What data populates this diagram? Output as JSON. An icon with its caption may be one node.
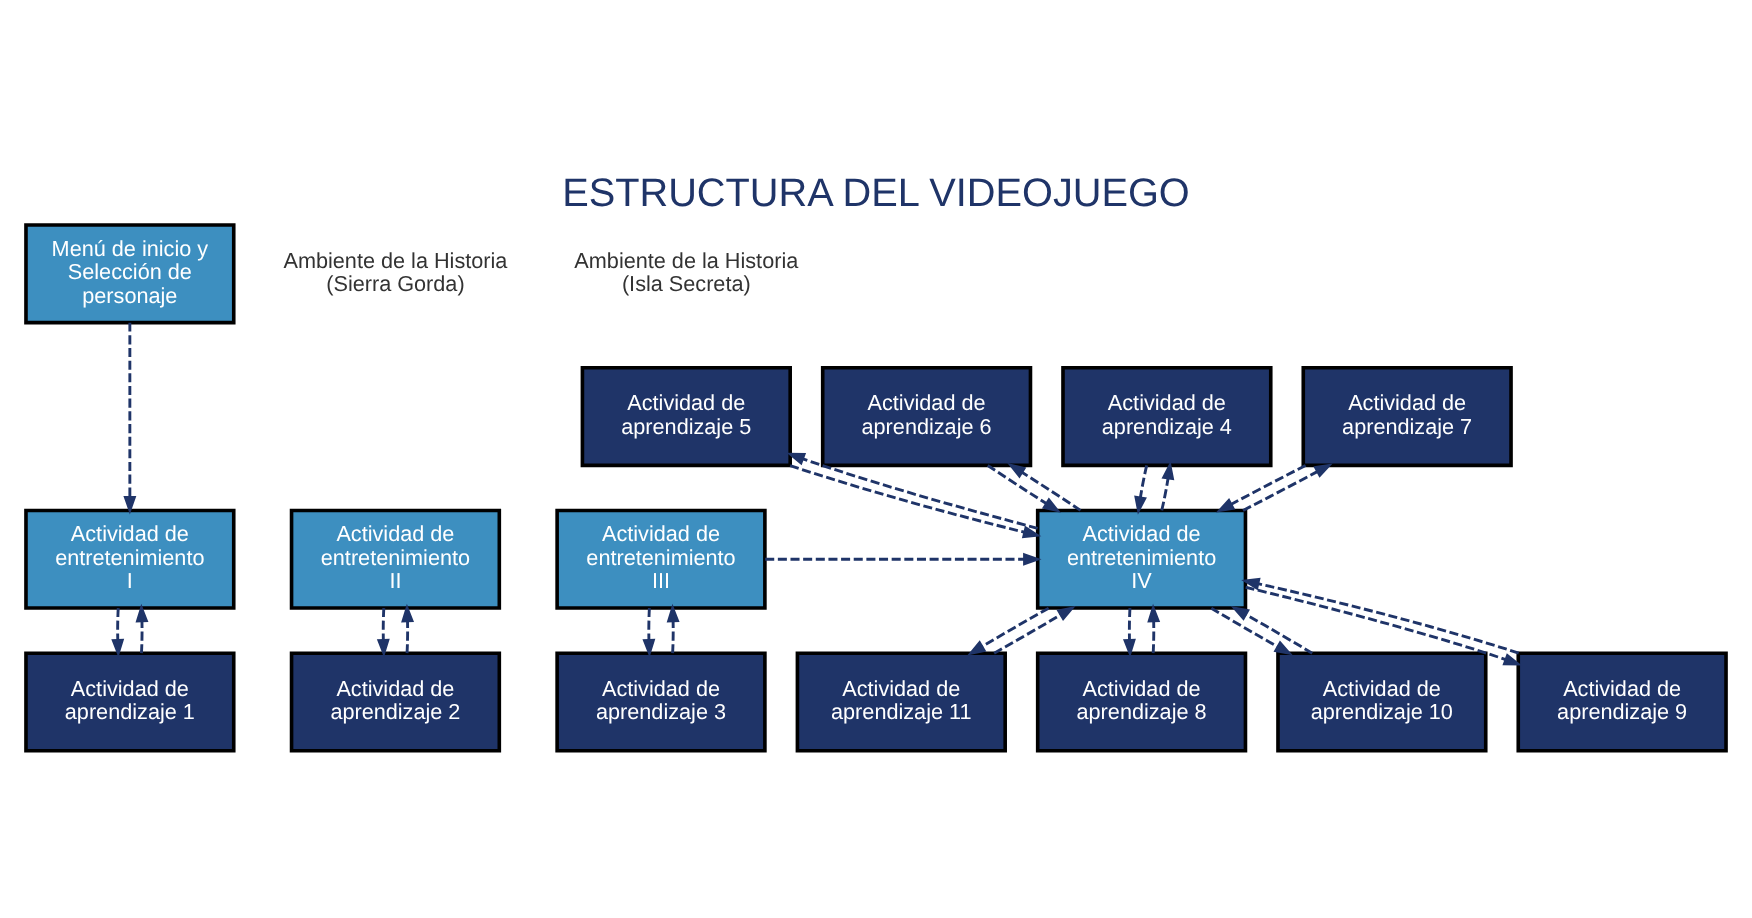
{
  "diagram": {
    "title": "ESTRUCTURA DEL VIDEOJUEGO",
    "nodes": [
      {
        "text": [
          "Menú de inicio y Selección de personaje"
        ]
      },
      {
        "text": [
          "Actividad de entretenimiento I"
        ]
      },
      {
        "text": [
          "Actividad de entretenimiento II"
        ]
      },
      {
        "text": [
          "Actividad de entretenimiento III"
        ]
      },
      {
        "text": [
          "Actividad de aprendizaje 1"
        ]
      },
      {
        "text": [
          "Actividad de aprendizaje 2"
        ]
      },
      {
        "text": [
          "Actividad de aprendizaje 3"
        ]
      },
      {
        "text": [
          "Actividad de aprendizaje 5"
        ]
      },
      {
        "text": [
          "Actividad de aprendizaje 6"
        ]
      },
      {
        "text": [
          "Actividad de aprendizaje 4"
        ]
      },
      {
        "text": [
          "Actividad de aprendizaje 7"
        ]
      },
      {
        "text": [
          "Actividad de entretenimiento IV"
        ]
      },
      {
        "text": [
          "Actividad de aprendizaje 11"
        ]
      },
      {
        "text": [
          "Actividad de aprendizaje 8"
        ]
      },
      {
        "text": [
          "Actividad de aprendizaje 10"
        ]
      },
      {
        "text": [
          "Actividad de aprendizaje 9"
        ]
      }
    ],
    "edges": [
      {
        "from": 0,
        "to": 1,
        "arrow": "to",
        "style": "dashed"
      },
      {
        "from": 1,
        "to": 4,
        "arrow": "to",
        "style": "dashed"
      },
      {
        "from": 4,
        "to": 1,
        "arrow": "to",
        "style": "dashed"
      },
      {
        "from": 2,
        "to": 5,
        "arrow": "to",
        "style": "dashed"
      },
      {
        "from": 5,
        "to": 2,
        "arrow": "to",
        "style": "dashed"
      },
      {
        "from": 3,
        "to": 6,
        "arrow": "to",
        "style": "dashed"
      },
      {
        "from": 6,
        "to": 3,
        "arrow": "to",
        "style": "dashed"
      },
      {
        "from": 3,
        "to": 11,
        "arrow": "to",
        "style": "dashed"
      },
      {
        "from": 11,
        "to": 7,
        "arrow": "to",
        "style": "dashed"
      },
      {
        "from": 7,
        "to": 11,
        "arrow": "to",
        "style": "dashed"
      },
      {
        "from": 11,
        "to": 8,
        "arrow": "to",
        "style": "dashed"
      },
      {
        "from": 8,
        "to": 11,
        "arrow": "to",
        "style": "dashed"
      },
      {
        "from": 11,
        "to": 9,
        "arrow": "to",
        "style": "dashed"
      },
      {
        "from": 9,
        "to": 11,
        "arrow": "to",
        "style": "dashed"
      },
      {
        "from": 11,
        "to": 10,
        "arrow": "to",
        "style": "dashed"
      },
      {
        "from": 10,
        "to": 11,
        "arrow": "to",
        "style": "dashed"
      },
      {
        "from": 11,
        "to": 12,
        "arrow": "to",
        "style": "dashed"
      },
      {
        "from": 12,
        "to": 11,
        "arrow": "to",
        "style": "dashed"
      },
      {
        "from": 11,
        "to": 13,
        "arrow": "to",
        "style": "dashed"
      },
      {
        "from": 13,
        "to": 11,
        "arrow": "to",
        "style": "dashed"
      },
      {
        "from": 11,
        "to": 14,
        "arrow": "to",
        "style": "dashed"
      },
      {
        "from": 14,
        "to": 11,
        "arrow": "to",
        "style": "dashed"
      },
      {
        "from": 11,
        "to": 15,
        "arrow": "to",
        "style": "dashed"
      },
      {
        "from": 15,
        "to": 11,
        "arrow": "to",
        "style": "dashed"
      }
    ],
    "labels": [
      "Ambiente de la Historia (Isla Secreta)",
      "Ambiente de la Historia (Sierra Gorda)"
    ]
  }
}
